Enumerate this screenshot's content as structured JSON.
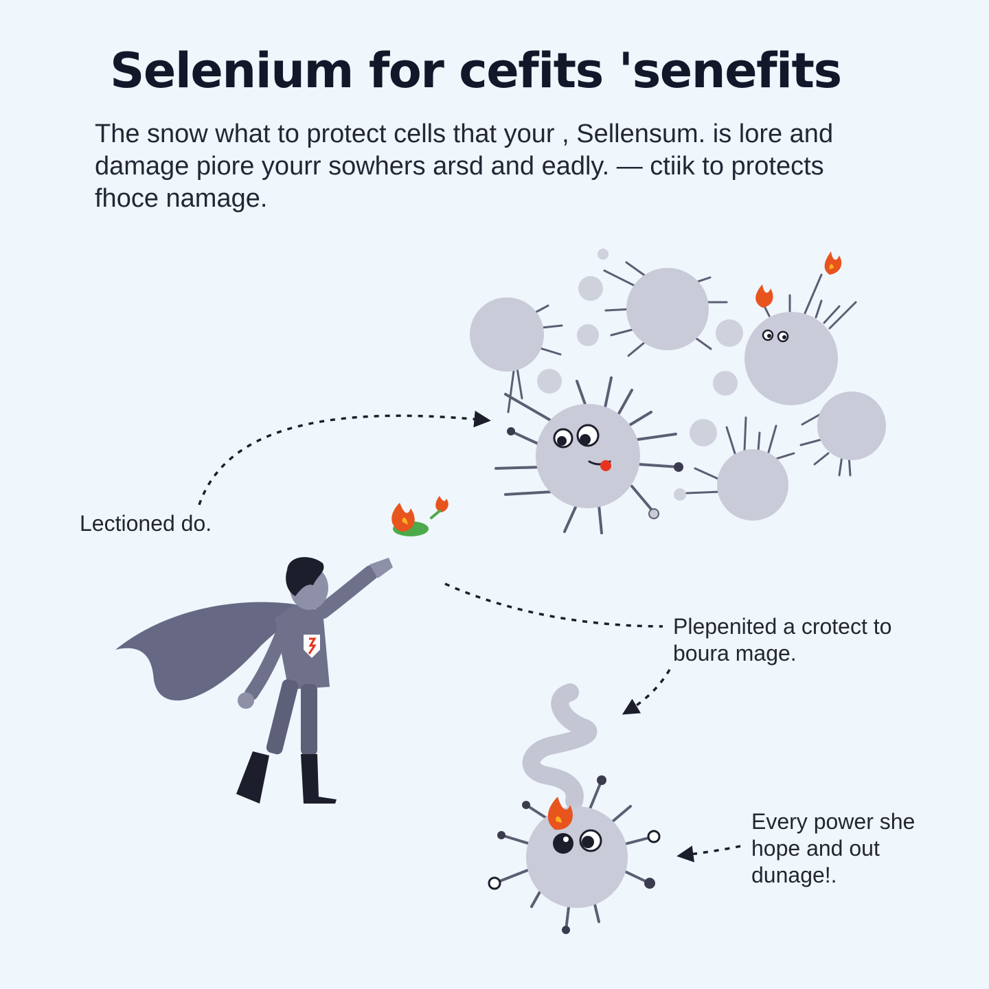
{
  "title": "Selenium for cefits 'senefits",
  "intro": {
    "line1": "The snow what to protect cells that your , Sellensum. is lore and",
    "line2": "damage piore yourr sowhers arsd and eadly. — ctiik to protects",
    "line3": "fhoce namage."
  },
  "labels": {
    "left": "Lectioned do.",
    "middle": "Plepenited a crotect to boura mage.",
    "bottom": "Every power she hope and out dunage!."
  },
  "colors": {
    "background": "#eff6fc",
    "cell": "#c9cbd8",
    "spike": "#5c5e72",
    "hero": "#6a6b85",
    "cape": "#676884",
    "flame": "#e8541e"
  },
  "icons": {
    "hero": "superhero-figure",
    "cells": "free-radical-cell",
    "flames": "flame-icon",
    "smoke": "smoke-icon"
  }
}
